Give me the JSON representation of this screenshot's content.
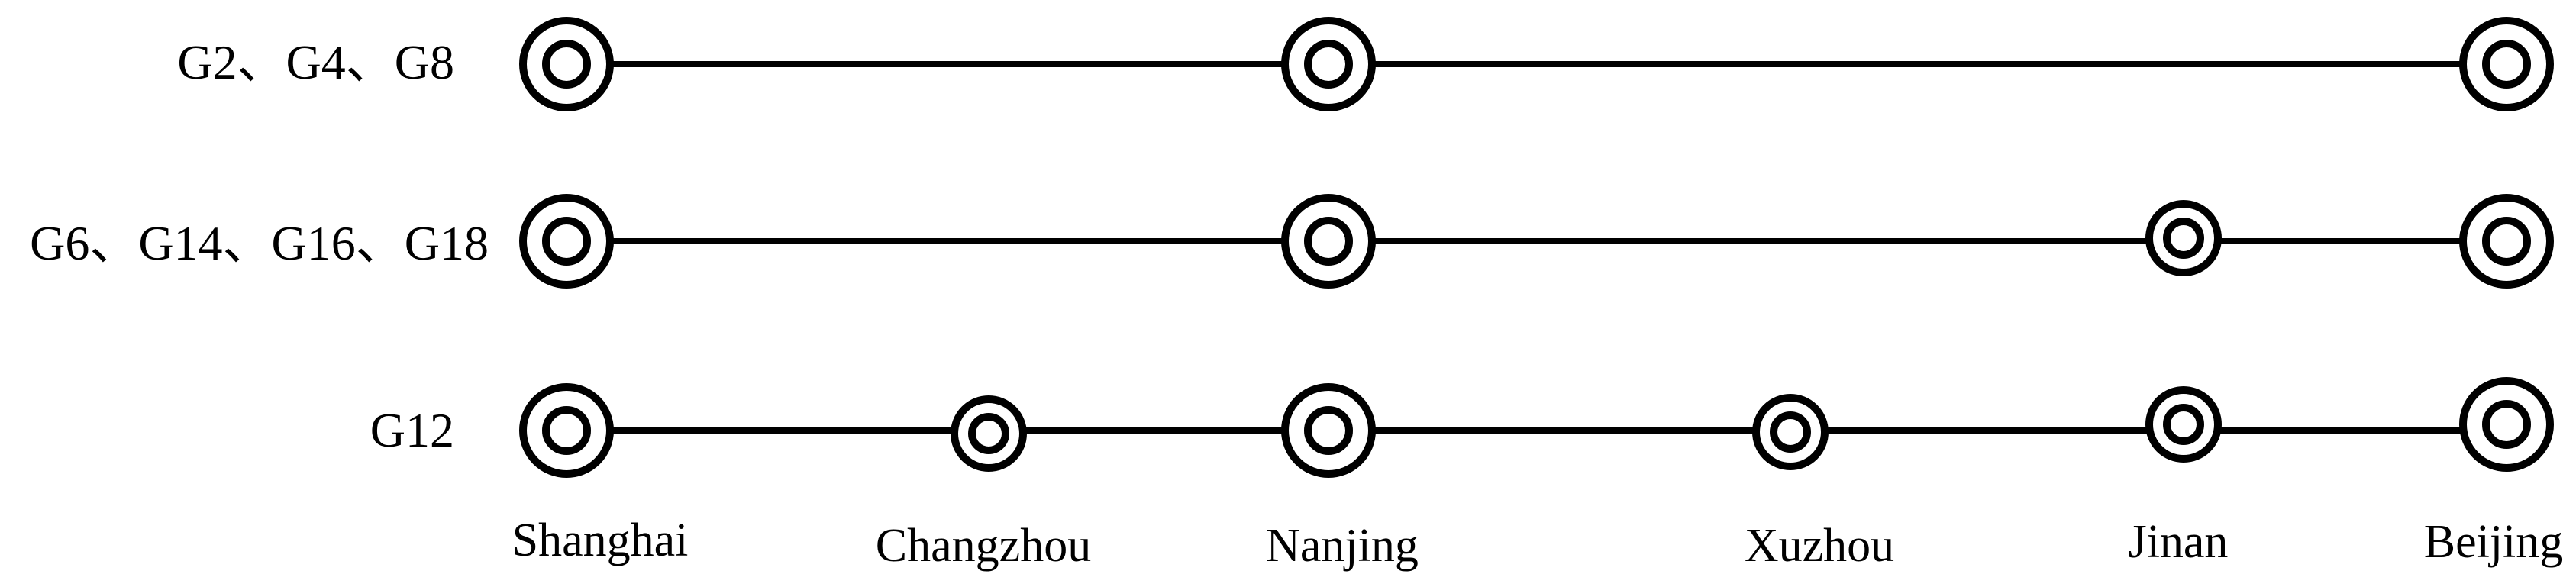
{
  "diagram": {
    "cities": [
      "Shanghai",
      "Changzhou",
      "Nanjing",
      "Xuzhou",
      "Jinan",
      "Beijing"
    ],
    "routes": [
      {
        "label": "G2、G4、G8",
        "stops": [
          {
            "city": "Shanghai",
            "type": "major"
          },
          {
            "city": "Nanjing",
            "type": "major"
          },
          {
            "city": "Beijing",
            "type": "major"
          }
        ]
      },
      {
        "label": "G6、G14、G16、G18",
        "stops": [
          {
            "city": "Shanghai",
            "type": "major"
          },
          {
            "city": "Nanjing",
            "type": "major"
          },
          {
            "city": "Jinan",
            "type": "minor"
          },
          {
            "city": "Beijing",
            "type": "major"
          }
        ]
      },
      {
        "label": "G12",
        "stops": [
          {
            "city": "Shanghai",
            "type": "major"
          },
          {
            "city": "Changzhou",
            "type": "minor"
          },
          {
            "city": "Nanjing",
            "type": "major"
          },
          {
            "city": "Xuzhou",
            "type": "minor"
          },
          {
            "city": "Jinan",
            "type": "minor"
          },
          {
            "city": "Beijing",
            "type": "major"
          }
        ]
      }
    ]
  }
}
